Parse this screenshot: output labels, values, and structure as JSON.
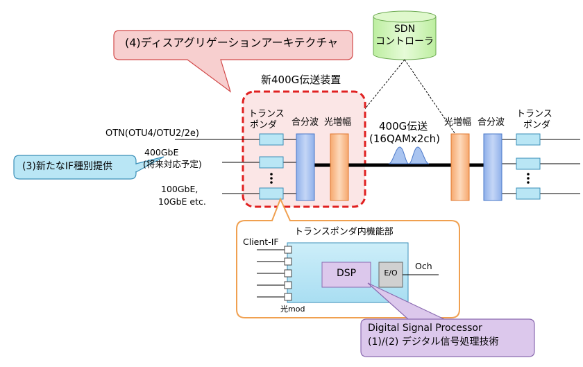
{
  "callouts": {
    "disaggregation": "(4)ディスアグリゲーションアーキテクチャ",
    "new_if": "(3)新たなIF種別提供",
    "dsp_line1": "Digital Signal Processor",
    "dsp_line2": "(1)/(2) デジタル信号処理技術"
  },
  "sdn": {
    "line1": "SDN",
    "line2": "コントローラ"
  },
  "device": {
    "title": "新400G伝送装置"
  },
  "left_node": {
    "transponder_line1": "トランス",
    "transponder_line2": "ポンダ",
    "mux": "合分波",
    "amp": "光増幅"
  },
  "right_node": {
    "amp": "光増幅",
    "mux": "合分波",
    "transponder_line1": "トランス",
    "transponder_line2": "ポンダ"
  },
  "link": {
    "line1": "400G伝送",
    "line2": "(16QAMx2ch)"
  },
  "clients": {
    "otn": "OTN(OTU4/OTU2/2e)",
    "ge400_line1": "400GbE",
    "ge400_line2": "(将来対応予定)",
    "ge100_line1": "100GbE,",
    "ge100_line2": "10GbE etc."
  },
  "detail": {
    "title": "トランスポンダ内機能部",
    "client_if": "Client-IF",
    "optical_module": "光mod",
    "dsp": "DSP",
    "eo": "E/O",
    "och": "Och"
  },
  "colors": {
    "transponder_fill": "#b9e6f5",
    "transponder_stroke": "#3a8fb8",
    "mux_fill": "#a9c4f0",
    "amp_fill": "#f9c39a",
    "dashed_border": "#e02020",
    "detail_border": "#f0a050",
    "detail_panel": "#b9e6f5",
    "dsp_fill": "#dcc8ec",
    "callout_pink": "#f7cfcf",
    "callout_cyan": "#b9e6f5",
    "callout_purple": "#dcc8ec",
    "sdn_fill": "#cff5b8"
  }
}
